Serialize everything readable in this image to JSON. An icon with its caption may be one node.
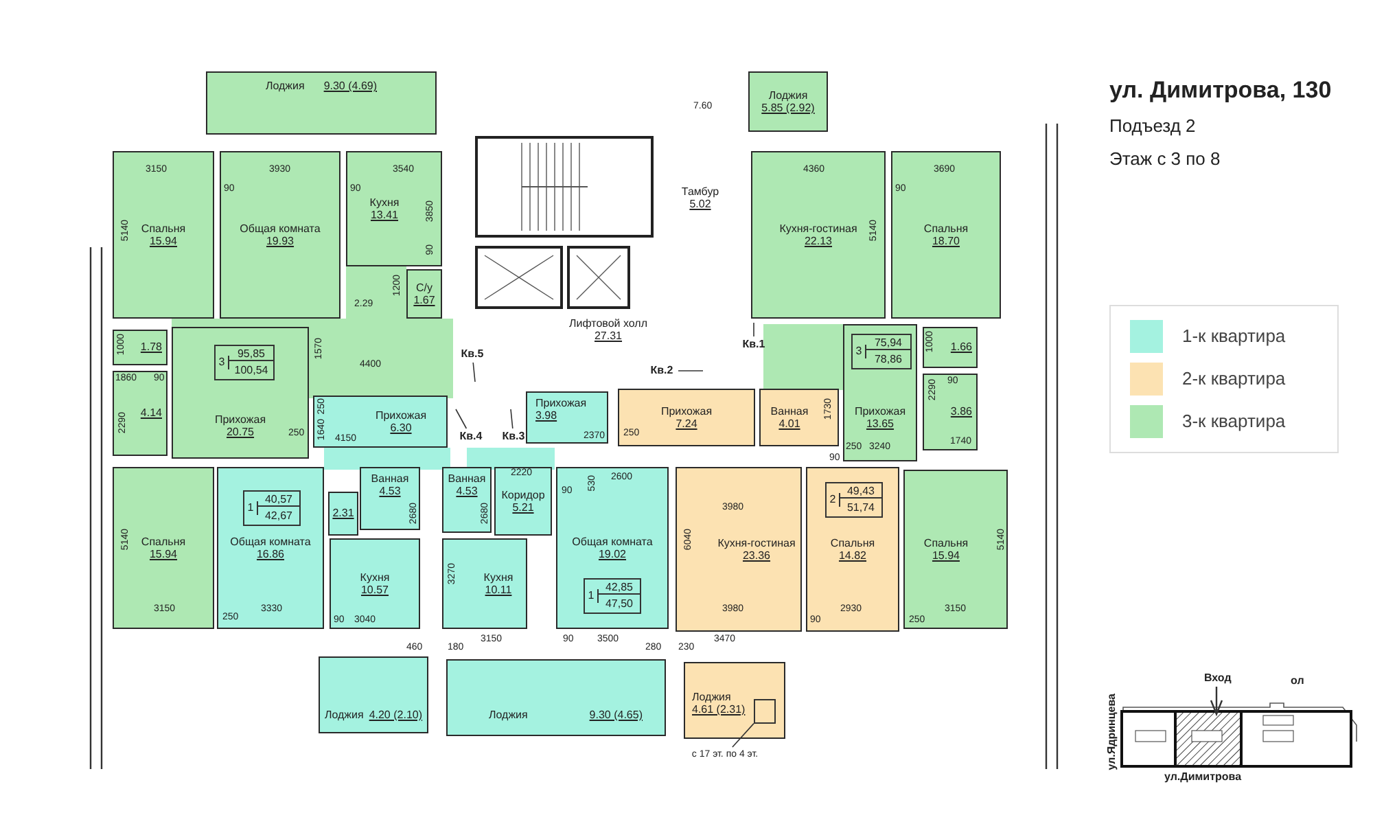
{
  "diagram": {
    "title": "ул. Димитрова, 130",
    "nodes": [
      {
        "text": [
          "Лоджия",
          "9.30 (4.69)"
        ]
      },
      {
        "text": [
          "Спальня",
          "15.94"
        ]
      },
      {
        "text": [
          "Общая комната",
          "19.93"
        ]
      },
      {
        "text": [
          "Кухня",
          "13.41"
        ]
      },
      {
        "text": [
          "С/у",
          "1.67"
        ]
      },
      {
        "text": [
          "Лоджия",
          "5.85 (2.92)"
        ]
      },
      {
        "text": [
          "Тамбур",
          "5.02"
        ]
      },
      {
        "text": [
          "Кухня-гостиная",
          "22.13"
        ]
      },
      {
        "text": [
          "Спальня",
          "18.70"
        ]
      },
      {
        "text": [
          "Лифтовой холл",
          "27.31"
        ]
      },
      {
        "text": [
          "1.78"
        ]
      },
      {
        "text": [
          "Прихожая",
          "20.75"
        ]
      },
      {
        "text": [
          "3",
          "95,85",
          "100,54"
        ],
        "in": 11
      },
      {
        "text": [
          "Прихожая",
          "13.65"
        ]
      },
      {
        "text": [
          "3",
          "75,94",
          "78,86"
        ],
        "in": 13
      },
      {
        "text": [
          "1.66"
        ]
      },
      {
        "text": [
          "4.14"
        ]
      },
      {
        "text": [
          "3.86"
        ]
      },
      {
        "text": [
          "Прихожая",
          "6.30"
        ]
      },
      {
        "text": [
          "Прихожая",
          "3.98"
        ]
      },
      {
        "text": [
          "Прихожая",
          "7.24"
        ]
      },
      {
        "text": [
          "Ванная",
          "4.01"
        ]
      },
      {
        "text": [
          "Спальня",
          "15.94"
        ]
      },
      {
        "text": [
          "Общая комната",
          "16.86"
        ]
      },
      {
        "text": [
          "1",
          "40,57",
          "42,67"
        ],
        "in": 23
      },
      {
        "text": [
          "Ванная",
          "4.53"
        ]
      },
      {
        "text": [
          "2.31"
        ]
      },
      {
        "text": [
          "Ванная",
          "4.53"
        ]
      },
      {
        "text": [
          "Коридор",
          "5.21"
        ]
      },
      {
        "text": [
          "Кухня",
          "10.57"
        ]
      },
      {
        "text": [
          "Кухня",
          "10.11"
        ]
      },
      {
        "text": [
          "Общая комната",
          "19.02"
        ]
      },
      {
        "text": [
          "1",
          "42,85",
          "47,50"
        ],
        "in": 31
      },
      {
        "text": [
          "Кухня-гостиная",
          "23.36"
        ]
      },
      {
        "text": [
          "Спальня",
          "14.82"
        ]
      },
      {
        "text": [
          "2",
          "49,43",
          "51,74"
        ],
        "in": 34
      },
      {
        "text": [
          "Спальня",
          "15.94"
        ]
      },
      {
        "text": [
          "Лоджия",
          "4.20 (2.10)"
        ]
      },
      {
        "text": [
          "Лоджия",
          "9.30 (4.65)"
        ]
      },
      {
        "text": [
          "Лоджия",
          "4.61 (2.31)"
        ]
      },
      {
        "text": [],
        "shape": "box",
        "in": 39
      },
      {
        "text": [
          "Кв.5"
        ]
      },
      {
        "text": [
          "Кв.1"
        ]
      },
      {
        "text": [
          "Кв.2"
        ]
      },
      {
        "text": [
          "Кв.4"
        ]
      },
      {
        "text": [
          "Кв.3"
        ]
      },
      {
        "text": [
          "с 17 эт. по 4 эт."
        ]
      }
    ],
    "edges": [
      {
        "from": 41,
        "to": null,
        "arrow": "none"
      },
      {
        "from": 42,
        "to": null,
        "arrow": "none"
      },
      {
        "from": 43,
        "to": null,
        "arrow": "none"
      },
      {
        "from": 44,
        "to": null,
        "arrow": "none"
      },
      {
        "from": 45,
        "to": null,
        "arrow": "none"
      },
      {
        "from": 46,
        "to": 40,
        "arrow": "none"
      }
    ],
    "labels": [
      "Подъезд 2",
      "Этаж с 3 по 8",
      "7.60",
      "3150",
      "3930",
      "3540",
      "90",
      "90",
      "4360",
      "3690",
      "90",
      "5140",
      "3850",
      "5140",
      "90",
      "1200",
      "2.29",
      "1000",
      "1570",
      "4400",
      "1000",
      "1860",
      "90",
      "2290",
      "90",
      "2290",
      "250",
      "1640",
      "250",
      "4150",
      "2370",
      "250",
      "1730",
      "250",
      "3240",
      "90",
      "1740",
      "2220",
      "90",
      "530",
      "2600",
      "2680",
      "2680",
      "5140",
      "3270",
      "6040",
      "3980",
      "5140",
      "3150",
      "3330",
      "3980",
      "2930",
      "3150",
      "250",
      "90",
      "3040",
      "90",
      "250",
      "3150",
      "90",
      "3500",
      "3470",
      "460",
      "180",
      "280",
      "230",
      "Вход",
      "ол",
      "ул.Ядринцева",
      "ул.Димитрова"
    ],
    "legend": [
      {
        "text": "1-к квартира",
        "color": "#a4f2e0"
      },
      {
        "text": "2-к квартира",
        "color": "#fce2b2"
      },
      {
        "text": "3-к квартира",
        "color": "#aee8b3"
      }
    ]
  }
}
